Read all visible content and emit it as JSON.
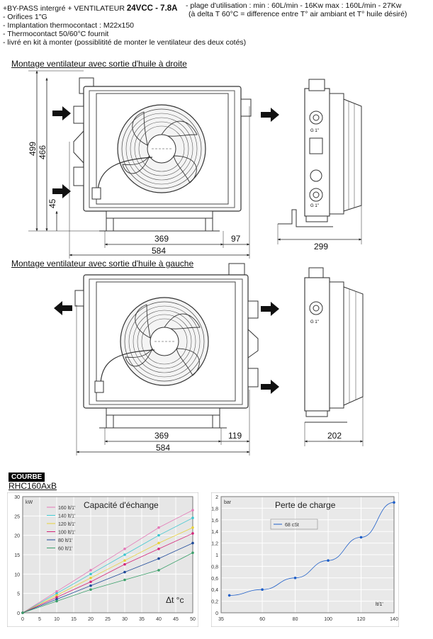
{
  "header": {
    "line1_prefix": "+BY-PASS intergré + VENTILATEUR",
    "line1_bold": "24VCC - 7.8A",
    "line2": "- Orifices 1\"G",
    "line3": "- Implantation thermocontact : M22x150",
    "line4": "- Thermocontact 50/60°C fournit",
    "line5": "- livré en kit à monter (possiblitité de monter le ventilateur des deux cotés)",
    "usage1": "- plage d'utilisation : min : 60L/min - 16Kw  max : 160L/min - 27Kw",
    "usage2": "(à delta T 60°C = difference entre T° air ambiant et T° huile désiré)"
  },
  "section_right": {
    "title": "Montage ventilateur avec sortie d'huile à droite",
    "dims": {
      "h1": "499",
      "h2": "466",
      "h3": "45",
      "w1": "369",
      "w2": "97",
      "w3": "584",
      "depth": "299"
    },
    "port_labels": [
      "G 1\"",
      "G 1\""
    ]
  },
  "section_left": {
    "title": "Montage ventilateur avec sortie d'huile à gauche",
    "dims": {
      "w1": "369",
      "w2": "119",
      "w3": "584",
      "depth": "202"
    },
    "port_labels": [
      "G 1\""
    ]
  },
  "courbe": {
    "badge": "COURBE",
    "model": "RHC160AxB"
  },
  "chart_data": [
    {
      "type": "line",
      "title": "Capacité d'échange",
      "ylabel": "kW",
      "xlabel": "Δt °c",
      "x": [
        0,
        10,
        20,
        30,
        40,
        50
      ],
      "xlim": [
        0,
        50
      ],
      "ylim": [
        0,
        30
      ],
      "yticks": [
        0,
        5,
        10,
        15,
        20,
        25,
        30
      ],
      "xticks": [
        0,
        5,
        10,
        15,
        20,
        25,
        30,
        35,
        40,
        45,
        50
      ],
      "grid": true,
      "legend": "top-left",
      "series": [
        {
          "name": "160 lt/1'",
          "color": "#e47ab8",
          "values": [
            0,
            5.5,
            11,
            16.5,
            22,
            26.5
          ]
        },
        {
          "name": "140 lt/1'",
          "color": "#3ec7d0",
          "values": [
            0,
            5,
            10,
            15,
            20,
            24.5
          ]
        },
        {
          "name": "120 lt/1'",
          "color": "#e8d23a",
          "values": [
            0,
            4.5,
            9,
            13.5,
            18,
            22
          ]
        },
        {
          "name": "100 lt/1'",
          "color": "#d4267a",
          "values": [
            0,
            4,
            8,
            12.5,
            16.5,
            20.5
          ]
        },
        {
          "name": "80 lt/1'",
          "color": "#1f4a9a",
          "values": [
            0,
            3.5,
            7,
            10.5,
            14,
            18
          ]
        },
        {
          "name": "60 lt/1'",
          "color": "#3aa06a",
          "values": [
            0,
            3,
            6,
            8.5,
            11,
            15.5
          ]
        }
      ]
    },
    {
      "type": "line",
      "title": "Perte de charge",
      "ylabel": "bar",
      "xlabel": "lt/1'",
      "x": [
        40,
        60,
        80,
        100,
        120,
        140
      ],
      "xlim": [
        35,
        140
      ],
      "ylim": [
        0,
        2
      ],
      "yticks": [
        0,
        0.2,
        0.4,
        0.6,
        0.8,
        1,
        1.2,
        1.4,
        1.6,
        1.8,
        2
      ],
      "ytick_labels": [
        "0",
        "0,2",
        "0,4",
        "0,6",
        "0,8",
        "1",
        "1,2",
        "1,4",
        "1,6",
        "1,8",
        "2"
      ],
      "xticks": [
        35,
        60,
        80,
        100,
        120,
        140
      ],
      "grid": true,
      "legend": "top-left",
      "series": [
        {
          "name": "68 cSt",
          "color": "#1f5fc8",
          "values": [
            0.3,
            0.4,
            0.6,
            0.9,
            1.3,
            1.9
          ]
        }
      ]
    }
  ]
}
